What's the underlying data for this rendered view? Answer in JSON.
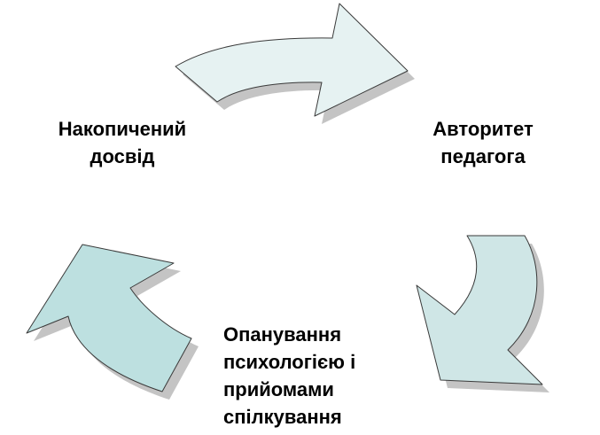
{
  "diagram": {
    "nodes": [
      {
        "id": "experience",
        "lines": [
          "Накопичений",
          "досвід"
        ]
      },
      {
        "id": "authority",
        "lines": [
          "Авторитет",
          "педагога"
        ]
      },
      {
        "id": "mastery",
        "lines": [
          "Опанування",
          "психологією і",
          "прийомами",
          "спілкування"
        ]
      }
    ],
    "colors": {
      "arrow_top_fill": "#e6f2f2",
      "arrow_right_fill": "#cfe6e6",
      "arrow_left_fill": "#bde0e0",
      "arrow_stroke": "#3a3a3a",
      "shadow": "#c4c4c4",
      "text": "#000000"
    }
  }
}
